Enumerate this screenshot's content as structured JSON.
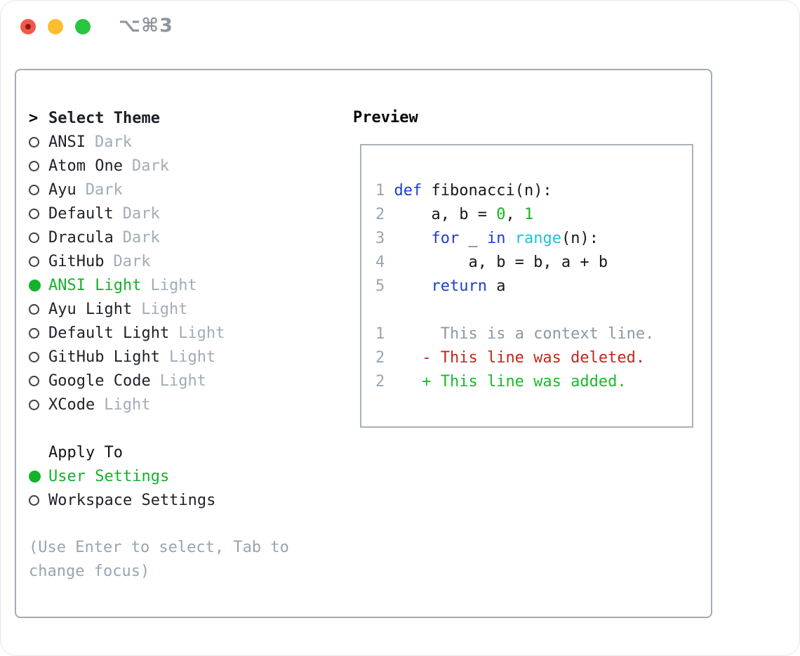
{
  "titlebar": {
    "shortcut": "⌥⌘3",
    "traffic_lights": [
      "close-icon",
      "minimize-icon",
      "zoom-icon"
    ],
    "traffic_colors": {
      "red": "#f5564c",
      "yellow": "#fcbd2e",
      "green": "#28c53f"
    }
  },
  "colors": {
    "accent_green": "#12b22a",
    "keyword_blue": "#1c3ed3",
    "builtin_cyan": "#1fc3d3",
    "literal_green": "#16b41f",
    "deleted_red": "#c1271b",
    "added_green": "#15bd27",
    "context_gray": "#8e98a3",
    "muted_gray": "#a2acb7",
    "text_dark": "#1d2228",
    "panel_border": "#a3abb5"
  },
  "theme_list": {
    "cursor": ">",
    "title": "Select Theme",
    "items": [
      {
        "name": "ANSI",
        "tag": "Dark",
        "selected": false
      },
      {
        "name": "Atom One",
        "tag": "Dark",
        "selected": false
      },
      {
        "name": "Ayu",
        "tag": "Dark",
        "selected": false
      },
      {
        "name": "Default",
        "tag": "Dark",
        "selected": false
      },
      {
        "name": "Dracula",
        "tag": "Dark",
        "selected": false
      },
      {
        "name": "GitHub",
        "tag": "Dark",
        "selected": false
      },
      {
        "name": "ANSI Light",
        "tag": "Light",
        "selected": true
      },
      {
        "name": "Ayu Light",
        "tag": "Light",
        "selected": false
      },
      {
        "name": "Default Light",
        "tag": "Light",
        "selected": false
      },
      {
        "name": "GitHub Light",
        "tag": "Light",
        "selected": false
      },
      {
        "name": "Google Code",
        "tag": "Light",
        "selected": false
      },
      {
        "name": "XCode",
        "tag": "Light",
        "selected": false
      }
    ]
  },
  "apply_to": {
    "title": "Apply To",
    "options": [
      {
        "label": "User Settings",
        "selected": true
      },
      {
        "label": "Workspace Settings",
        "selected": false
      }
    ]
  },
  "help_text": "(Use Enter to select, Tab to change focus)",
  "preview": {
    "title": "Preview",
    "lines": [
      {
        "segments": [
          [
            "ln",
            "1"
          ],
          [
            "pl",
            " "
          ],
          [
            "kw",
            "def"
          ],
          [
            "pl",
            " fibonacci(n):"
          ]
        ]
      },
      {
        "segments": [
          [
            "ln",
            "2"
          ],
          [
            "pl",
            "     a, b = "
          ],
          [
            "nm",
            "0"
          ],
          [
            "pl",
            ", "
          ],
          [
            "nm",
            "1"
          ]
        ]
      },
      {
        "segments": [
          [
            "ln",
            "3"
          ],
          [
            "pl",
            "     "
          ],
          [
            "kw",
            "for"
          ],
          [
            "pl",
            " _ "
          ],
          [
            "kw",
            "in"
          ],
          [
            "pl",
            " "
          ],
          [
            "bi",
            "range"
          ],
          [
            "pl",
            "(n):"
          ]
        ]
      },
      {
        "segments": [
          [
            "ln",
            "4"
          ],
          [
            "pl",
            "         a, b = b, a + b"
          ]
        ]
      },
      {
        "segments": [
          [
            "ln",
            "5"
          ],
          [
            "pl",
            "     "
          ],
          [
            "kw",
            "return"
          ],
          [
            "pl",
            " a"
          ]
        ]
      },
      {
        "segments": []
      },
      {
        "segments": [
          [
            "ln",
            "1"
          ],
          [
            "ctx",
            "      This is a context line."
          ]
        ]
      },
      {
        "segments": [
          [
            "ln",
            "2"
          ],
          [
            "pl",
            "    "
          ],
          [
            "del",
            "- This line was deleted."
          ]
        ]
      },
      {
        "segments": [
          [
            "ln",
            "2"
          ],
          [
            "pl",
            "    "
          ],
          [
            "add",
            "+ This line was added."
          ]
        ]
      }
    ]
  }
}
